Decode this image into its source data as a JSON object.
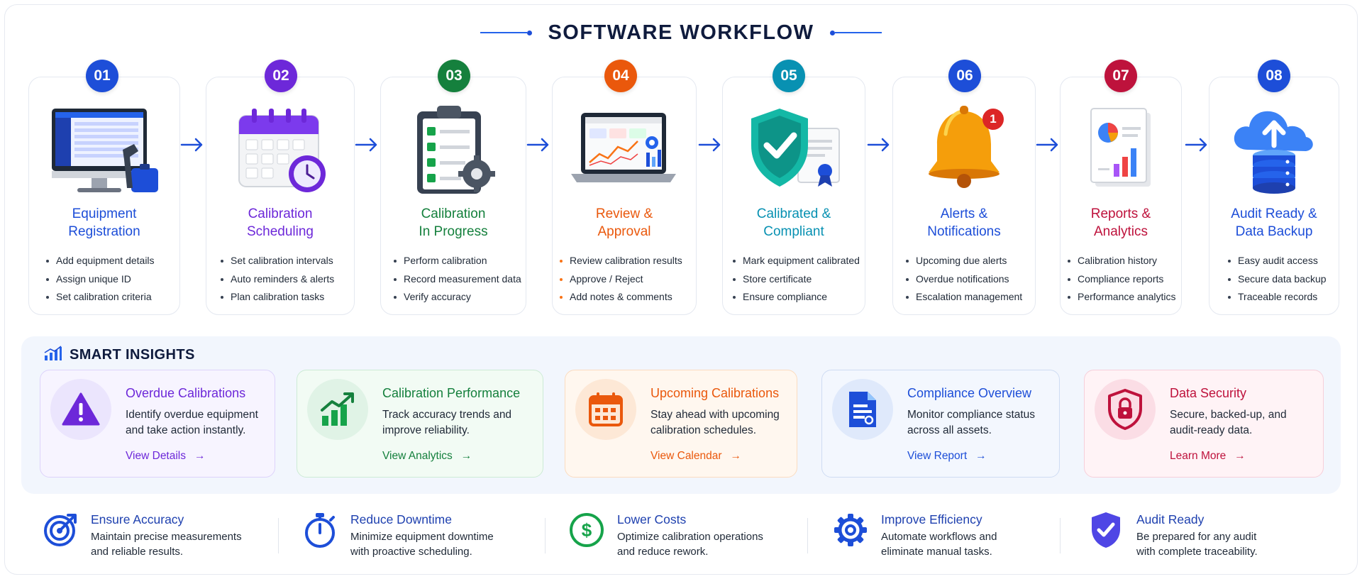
{
  "title": "SOFTWARE WORKFLOW",
  "steps": [
    {
      "num": "01",
      "color": "#1d4ed8",
      "title": [
        "Equipment",
        "Registration"
      ],
      "items": [
        "Add equipment details",
        "Assign unique ID",
        "Set calibration criteria"
      ]
    },
    {
      "num": "02",
      "color": "#6d28d9",
      "title": [
        "Calibration",
        "Scheduling"
      ],
      "items": [
        "Set calibration intervals",
        "Auto reminders & alerts",
        "Plan calibration tasks"
      ]
    },
    {
      "num": "03",
      "color": "#15803d",
      "title": [
        "Calibration",
        "In Progress"
      ],
      "items": [
        "Perform calibration",
        "Record measurement data",
        "Verify accuracy"
      ]
    },
    {
      "num": "04",
      "color": "#ea580c",
      "title": [
        "Review &",
        "Approval"
      ],
      "items": [
        "Review calibration results",
        "Approve / Reject",
        "Add notes & comments"
      ]
    },
    {
      "num": "05",
      "color": "#0891b2",
      "title": [
        "Calibrated &",
        "Compliant"
      ],
      "items": [
        "Mark equipment calibrated",
        "Store certificate",
        "Ensure compliance"
      ]
    },
    {
      "num": "06",
      "color": "#1d4ed8",
      "title": [
        "Alerts &",
        "Notifications"
      ],
      "items": [
        "Upcoming due alerts",
        "Overdue notifications",
        "Escalation management"
      ]
    },
    {
      "num": "07",
      "color": "#be123c",
      "title": [
        "Reports &",
        "Analytics"
      ],
      "items": [
        "Calibration history",
        "Compliance reports",
        "Performance analytics"
      ]
    },
    {
      "num": "08",
      "color": "#1d4ed8",
      "title": [
        "Audit Ready &",
        "Data Backup"
      ],
      "items": [
        "Easy audit access",
        "Secure data backup",
        "Traceable records"
      ]
    }
  ],
  "alert_badge": "1",
  "insights": {
    "title": "SMART INSIGHTS",
    "cards": [
      {
        "title": "Overdue Calibrations",
        "desc": [
          "Identify overdue equipment",
          "and take action instantly."
        ],
        "link": "View Details",
        "color": "#6d28d9"
      },
      {
        "title": "Calibration Performance",
        "desc": [
          "Track accuracy trends and",
          "improve reliability."
        ],
        "link": "View Analytics",
        "color": "#15803d"
      },
      {
        "title": "Upcoming Calibrations",
        "desc": [
          "Stay ahead with upcoming",
          "calibration schedules."
        ],
        "link": "View Calendar",
        "color": "#ea580c"
      },
      {
        "title": "Compliance Overview",
        "desc": [
          "Monitor compliance status",
          "across all assets."
        ],
        "link": "View Report",
        "color": "#1d4ed8"
      },
      {
        "title": "Data Security",
        "desc": [
          "Secure, backed-up, and",
          "audit-ready data."
        ],
        "link": "Learn More",
        "color": "#be123c"
      }
    ]
  },
  "benefits": [
    {
      "title": "Ensure Accuracy",
      "desc": [
        "Maintain precise measurements",
        "and reliable results."
      ]
    },
    {
      "title": "Reduce Downtime",
      "desc": [
        "Minimize equipment downtime",
        "with proactive scheduling."
      ]
    },
    {
      "title": "Lower Costs",
      "desc": [
        "Optimize calibration operations",
        "and reduce rework."
      ]
    },
    {
      "title": "Improve Efficiency",
      "desc": [
        "Automate workflows and",
        "eliminate manual tasks."
      ]
    },
    {
      "title": "Audit Ready",
      "desc": [
        "Be prepared for any audit",
        "with complete traceability."
      ]
    }
  ],
  "colors": {
    "accent": "#2563eb",
    "navy": "#0f1b3d"
  }
}
